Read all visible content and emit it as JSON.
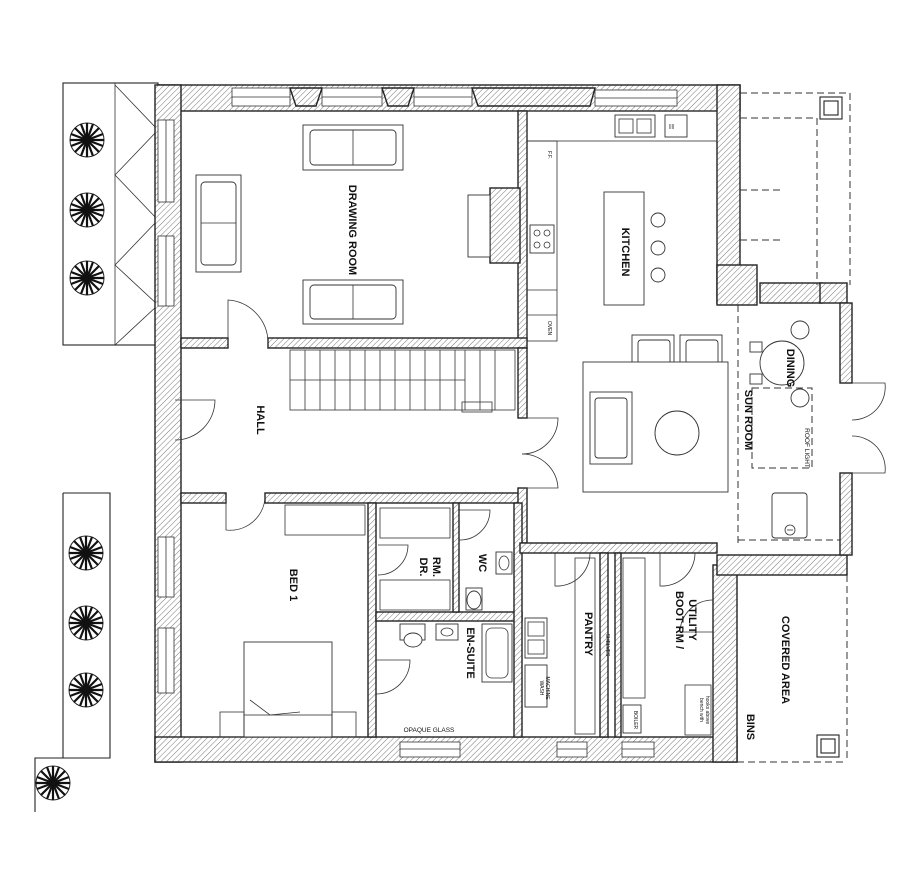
{
  "rooms": {
    "drawing_room": "DRAWING ROOM",
    "kitchen": "KITCHEN",
    "hall": "HALL",
    "dining": "DINING",
    "sun_room": "SUN ROOM",
    "roof_light": "ROOF LIGHT",
    "bed_1": "BED 1",
    "dr_rm_line1": "DR.",
    "dr_rm_line2": "RM.",
    "wc": "WC",
    "en_suite": "EN-SUITE",
    "pantry": "PANTRY",
    "shelves": "SHELVES",
    "boot_rm_line1": "BOOT RM /",
    "boot_rm_line2": "UTILITY",
    "covered_area": "COVERED AREA",
    "bins": "BINS"
  },
  "annotations": {
    "oven": "OVEN",
    "ff": "F.F.",
    "opaque_glass": "OPAQUE GLASS",
    "wash_machine_line1": "WASH",
    "wash_machine_line2": "MACHINE",
    "boiler": "BOILER",
    "bench_line1": "bench with",
    "bench_line2": "hooks above"
  }
}
